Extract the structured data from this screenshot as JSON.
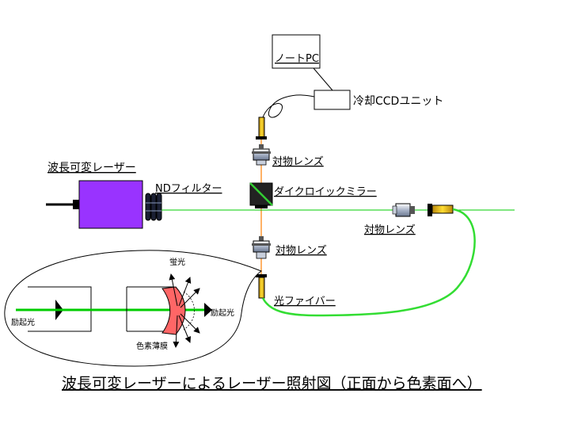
{
  "labels": {
    "note_pc": "ノートPC",
    "cooled_ccd": "冷却CCDユニット",
    "objective_top": "対物レンズ",
    "tunable_laser": "波長可変レーザー",
    "nd_filter": "NDフィルター",
    "dichroic_mirror": "ダイクロイックミラー",
    "objective_right": "対物レンズ",
    "objective_bottom": "対物レンズ",
    "optical_fiber": "光ファイバー",
    "fluorescence": "蛍光",
    "excitation_left": "励起光",
    "excitation_right": "励起光",
    "dye_film": "色素薄膜",
    "caption": "波長可変レーザーによるレーザー照射図（正面から色素面へ）"
  },
  "colors": {
    "laser_beam": "#00cc00",
    "laser_body": "#9933ff",
    "fluorescence_beam": "#ff9933",
    "dye_film": "#ff6666",
    "optic_holder": "#ffcc00"
  },
  "icons": [
    "laser-source-icon",
    "nd-filter-icon",
    "dichroic-mirror-icon",
    "objective-lens-icon",
    "fiber-connector-icon",
    "pc-icon",
    "ccd-unit-icon"
  ]
}
